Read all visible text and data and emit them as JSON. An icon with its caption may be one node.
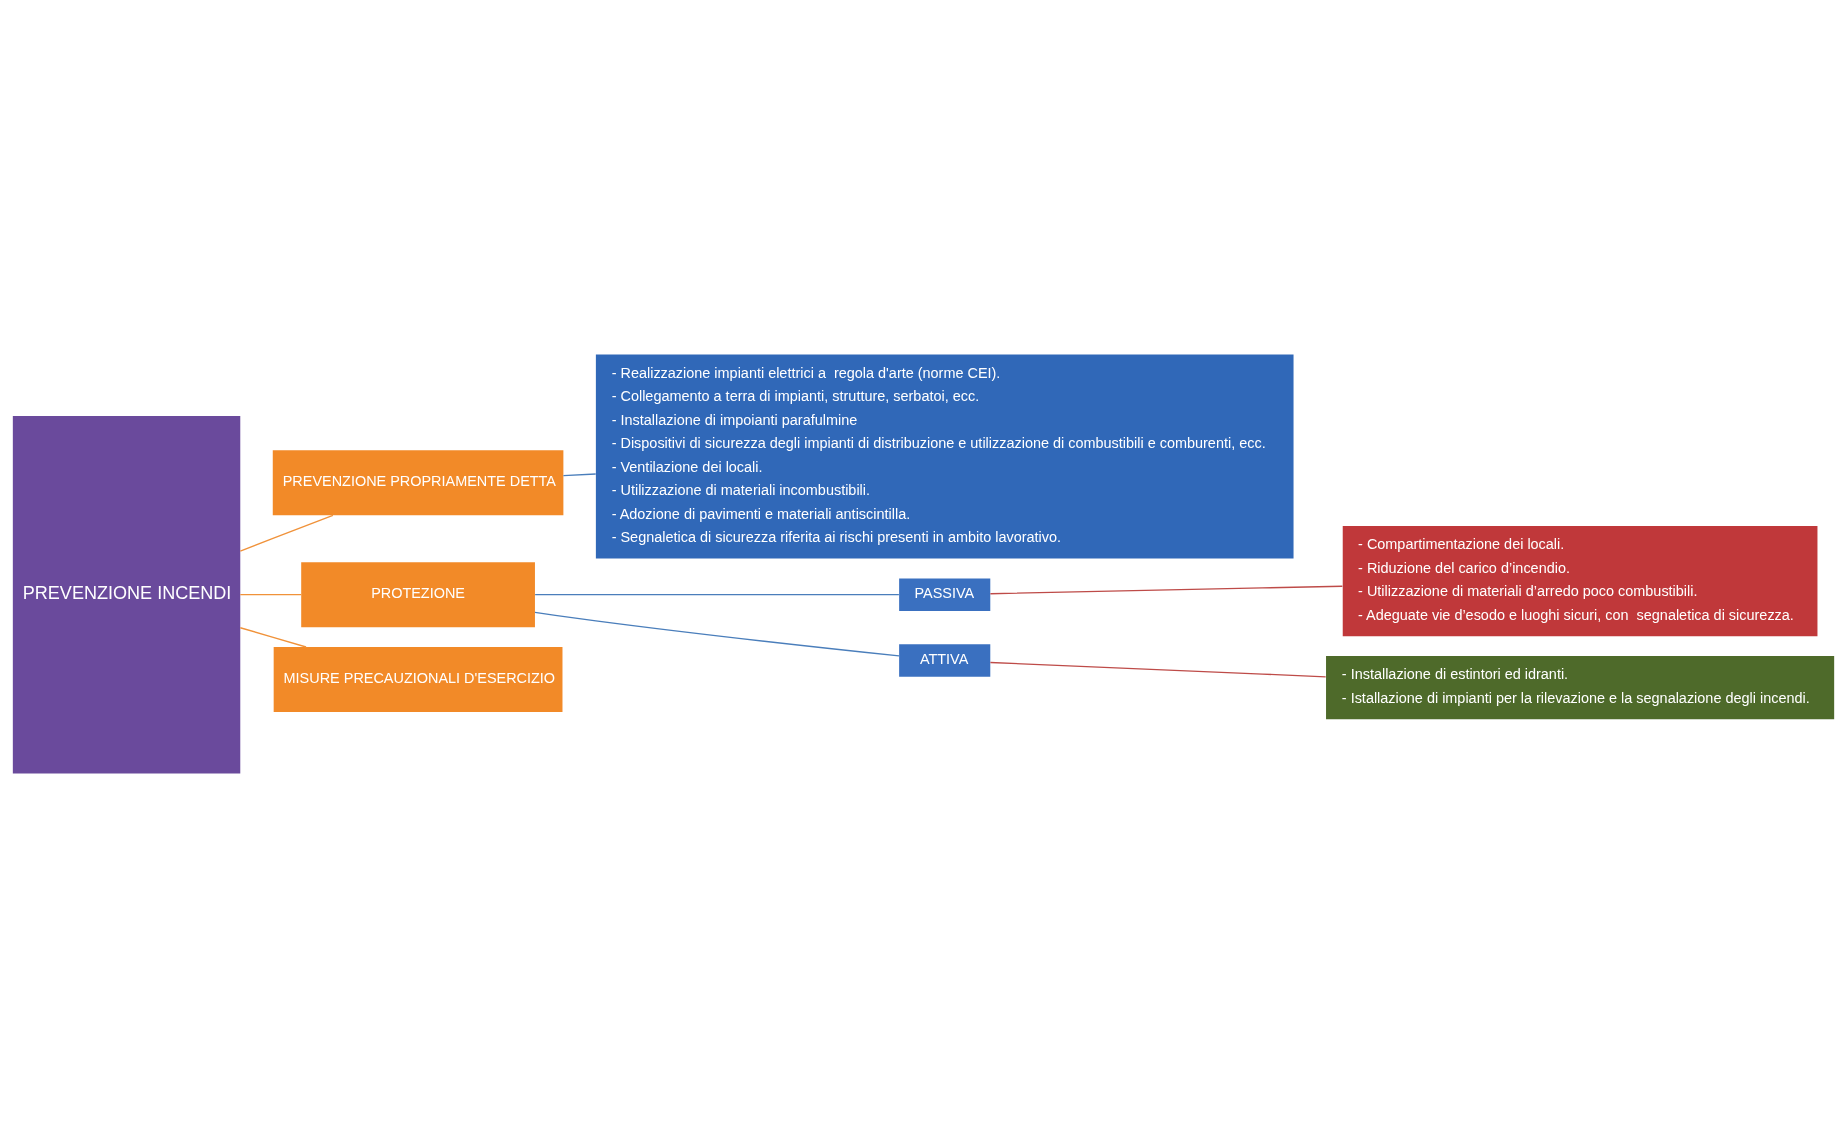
{
  "diagram": {
    "nodes": [
      {
        "text": [
          "PREVENZIONE INCENDI"
        ]
      },
      {
        "text": [
          "PREVENZIONE PROPRIAMENTE DETTA"
        ]
      },
      {
        "text": [
          "- Realizzazione impianti elettrici a  regola d'arte (norme CEI).",
          "- Collegamento a terra di impianti, strutture, serbatoi, ecc.",
          "- Installazione di impoianti parafulmine",
          "- Dispositivi di sicurezza degli impianti di distribuzione e utilizzazione di combustibili e comburenti, ecc.",
          "- Ventilazione dei locali.",
          "- Utilizzazione di materiali incombustibili.",
          "- Adozione di pavimenti e materiali antiscintilla.",
          "- Segnaletica di sicurezza riferita ai rischi presenti in ambito lavorativo."
        ]
      },
      {
        "text": [
          "PROTEZIONE"
        ]
      },
      {
        "text": [
          "MISURE PRECAUZIONALI D'ESERCIZIO"
        ]
      },
      {
        "text": [
          "PASSIVA"
        ]
      },
      {
        "text": [
          "ATTIVA"
        ]
      },
      {
        "text": [
          "- Compartimentazione dei locali.",
          "- Riduzione del carico d’incendio.",
          "- Utilizzazione di materiali d’arredo poco combustibili.",
          "- Adeguate vie d’esodo e luoghi sicuri, con  segnaletica di sicurezza."
        ]
      },
      {
        "text": [
          "- Installazione di estintori ed idranti.",
          "- Istallazione di impianti per la rilevazione e la segnalazione degli incendi."
        ]
      }
    ],
    "edges": [
      {
        "from": 0,
        "to": 1,
        "arrow": "none",
        "color": "#f0923a"
      },
      {
        "from": 0,
        "to": 3,
        "arrow": "none",
        "color": "#f0923a"
      },
      {
        "from": 0,
        "to": 4,
        "arrow": "none",
        "color": "#f0923a"
      },
      {
        "from": 1,
        "to": 2,
        "arrow": "none",
        "color": "#4a7ebb"
      },
      {
        "from": 3,
        "to": 5,
        "arrow": "none",
        "color": "#4a7ebb"
      },
      {
        "from": 3,
        "to": 6,
        "arrow": "none",
        "color": "#4a7ebb"
      },
      {
        "from": 5,
        "to": 7,
        "arrow": "none",
        "color": "#be4b48"
      },
      {
        "from": 6,
        "to": 8,
        "arrow": "none",
        "color": "#be4b48"
      }
    ]
  }
}
